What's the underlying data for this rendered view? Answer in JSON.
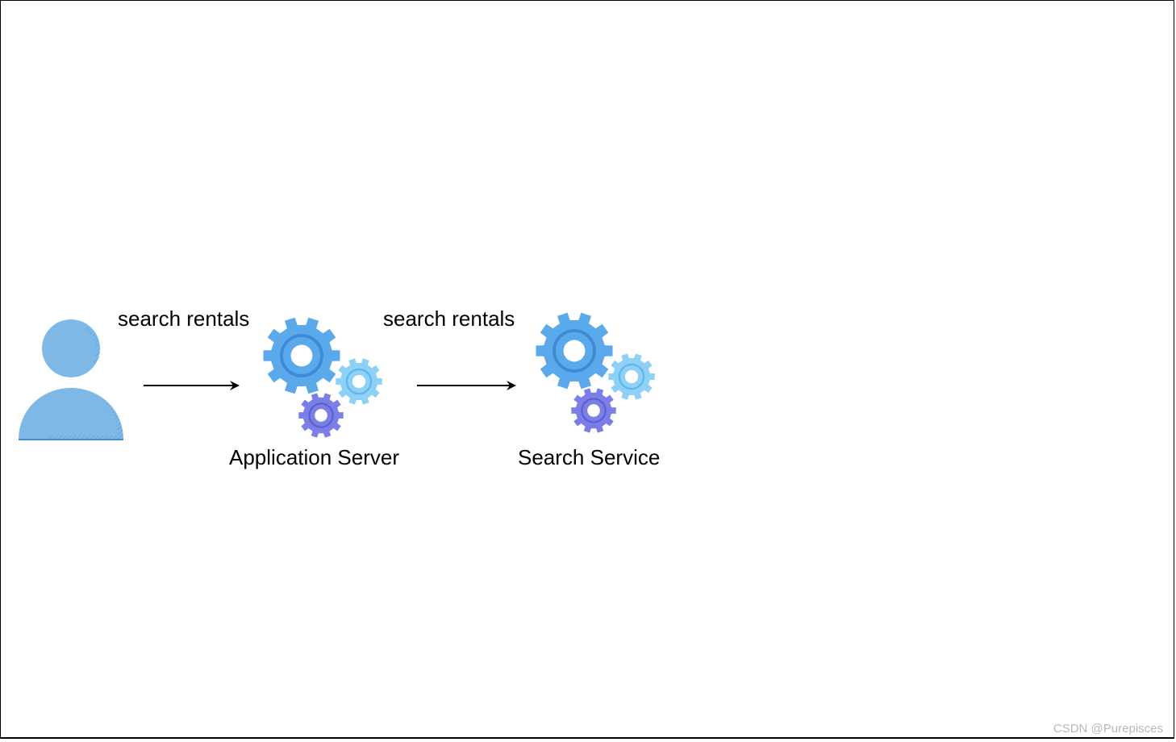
{
  "diagram": {
    "nodes": [
      {
        "id": "user",
        "icon": "user-icon",
        "label": ""
      },
      {
        "id": "app-server",
        "icon": "gears-icon",
        "label": "Application Server"
      },
      {
        "id": "search-service",
        "icon": "gears-icon",
        "label": "Search Service"
      }
    ],
    "edges": [
      {
        "from": "user",
        "to": "app-server",
        "label": "search rentals"
      },
      {
        "from": "app-server",
        "to": "search-service",
        "label": "search rentals"
      }
    ]
  },
  "colors": {
    "user": "#7db8e6",
    "gear_large": "#5aa9ea",
    "gear_light": "#8fd0f7",
    "gear_purple": "#7a7ee6",
    "arrow": "#000000",
    "watermark": "#b9b9b9"
  },
  "watermark": "CSDN @Purepisces"
}
